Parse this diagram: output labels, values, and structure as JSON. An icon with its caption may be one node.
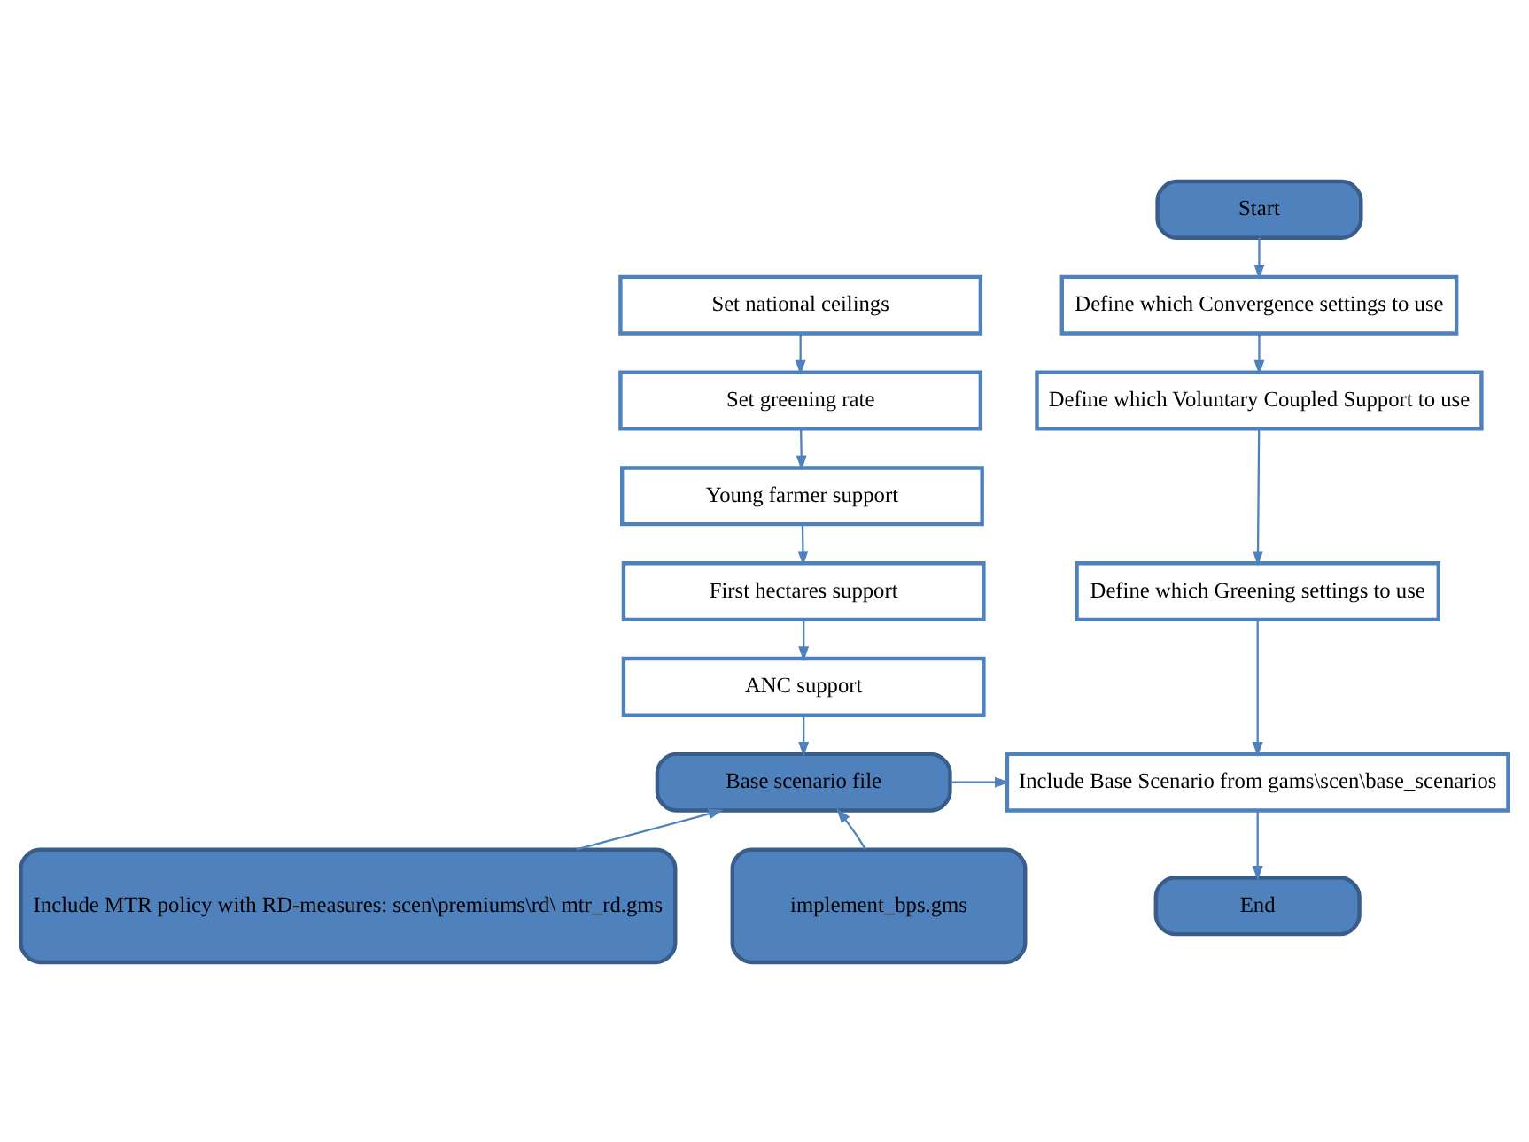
{
  "diagram": {
    "nodes": [
      {
        "text": [
          "Start"
        ]
      },
      {
        "text": [
          "Define which Convergence settings to use"
        ]
      },
      {
        "text": [
          "Define which Voluntary Coupled Support to use"
        ]
      },
      {
        "text": [
          "Define which Greening settings to use"
        ]
      },
      {
        "text": [
          "Set national ceilings"
        ]
      },
      {
        "text": [
          "Set greening rate"
        ]
      },
      {
        "text": [
          "Young farmer support"
        ]
      },
      {
        "text": [
          "First hectares support"
        ]
      },
      {
        "text": [
          "ANC support"
        ]
      },
      {
        "text": [
          "Include MTR policy with RD-measures: scen\\premiums\\rd\\ mtr_rd.gms"
        ]
      },
      {
        "text": [
          "Include Base Scenario from gams\\scen\\base_scenarios"
        ]
      },
      {
        "text": [
          "Base scenario file"
        ]
      },
      {
        "text": [
          "implement_bps.gms"
        ]
      },
      {
        "text": [
          "End"
        ]
      }
    ],
    "edges": [
      {
        "from": 0,
        "to": 1,
        "arrow": "to"
      },
      {
        "from": 1,
        "to": 2,
        "arrow": "to"
      },
      {
        "from": 2,
        "to": 3,
        "arrow": "to"
      },
      {
        "from": 3,
        "to": 10,
        "arrow": "to"
      },
      {
        "from": 10,
        "to": 13,
        "arrow": "to"
      },
      {
        "from": 4,
        "to": 5,
        "arrow": "to"
      },
      {
        "from": 5,
        "to": 6,
        "arrow": "to"
      },
      {
        "from": 6,
        "to": 7,
        "arrow": "to"
      },
      {
        "from": 7,
        "to": 8,
        "arrow": "to"
      },
      {
        "from": 8,
        "to": 11,
        "arrow": "to"
      },
      {
        "from": 11,
        "to": 10,
        "arrow": "to"
      },
      {
        "from": 9,
        "to": 11,
        "arrow": "to"
      },
      {
        "from": 12,
        "to": 11,
        "arrow": "to"
      }
    ]
  }
}
